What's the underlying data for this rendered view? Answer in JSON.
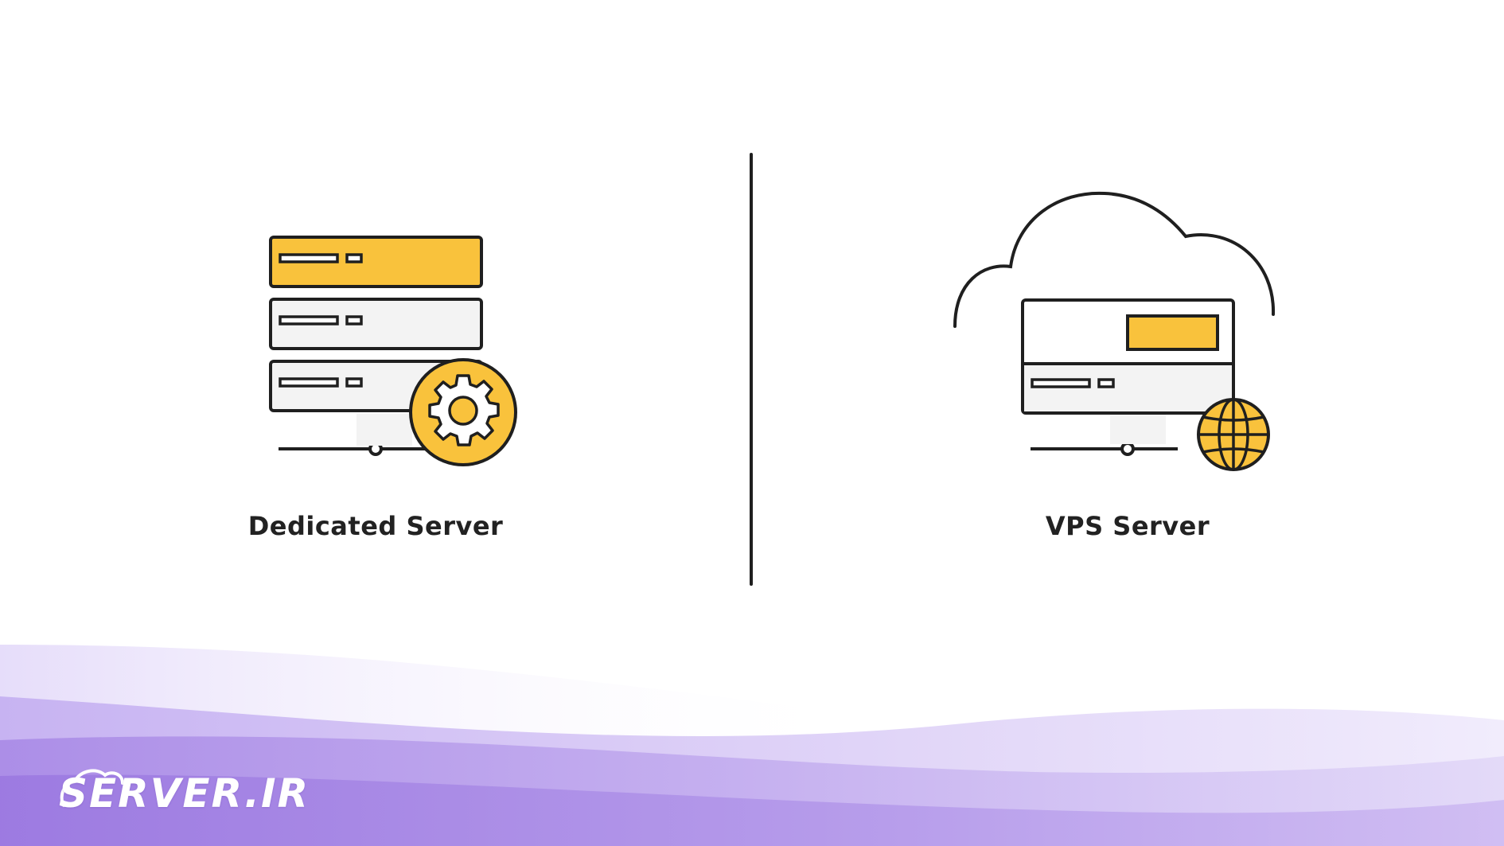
{
  "items": [
    {
      "label": "Dedicated Server",
      "icon": "dedicated-server-gear-icon"
    },
    {
      "label": "VPS Server",
      "icon": "cloud-server-globe-icon"
    }
  ],
  "brand": {
    "logo_text": "SERVER.IR",
    "icon": "cloud-logo-icon"
  },
  "colors": {
    "accent_yellow": "#F9C23C",
    "stroke": "#1F1F1F",
    "panel_gray": "#F3F3F3",
    "wave_purple": "#A88BE6"
  }
}
